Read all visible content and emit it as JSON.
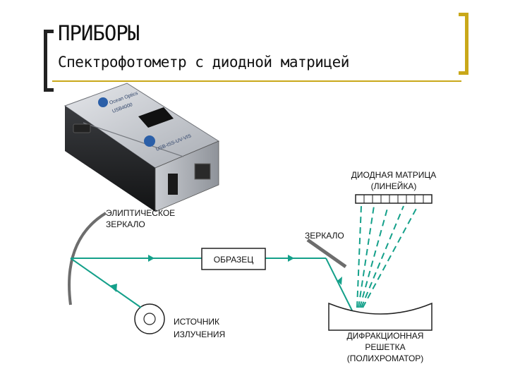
{
  "header": {
    "title": "ПРИБОРЫ",
    "subtitle": "Спектрофотометр с диодной матрицей"
  },
  "device": {
    "label_top": "Ocean Optics",
    "label_model": "USB4000",
    "label_lower": "USB-ISS-UV-VIS"
  },
  "diagram": {
    "diode_array_line1": "ДИОДНАЯ МАТРИЦА",
    "diode_array_line2": "(ЛИНЕЙКА)",
    "elliptic_mirror_line1": "ЭЛИПТИЧЕСКОЕ",
    "elliptic_mirror_line2": "ЗЕРКАЛО",
    "mirror": "ЗЕРКАЛО",
    "sample": "ОБРАЗЕЦ",
    "source_line1": "ИСТОЧНИК",
    "source_line2": "ИЗЛУЧЕНИЯ",
    "grating_line1": "ДИФРАКЦИОННАЯ",
    "grating_line2": "РЕШЕТКА",
    "grating_line3": "(ПОЛИХРОМАТОР)"
  },
  "colors": {
    "beam": "#14a08a",
    "accent": "#c9a81a"
  }
}
